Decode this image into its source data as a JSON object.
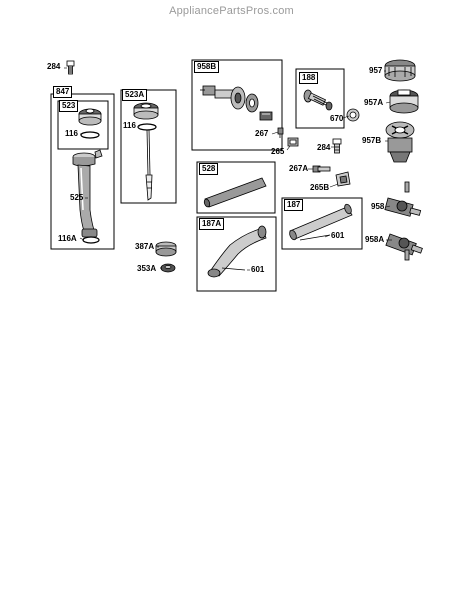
{
  "watermark": "AppliancePartsPros.com",
  "labels": {
    "p284a": "284",
    "p847": "847",
    "p523": "523",
    "p116a": "116",
    "p525": "525",
    "p116A": "116A",
    "p523A": "523A",
    "p116b": "116",
    "p958B": "958B",
    "p188": "188",
    "p957": "957",
    "p670": "670",
    "p957A": "957A",
    "p267": "267",
    "p265": "265",
    "p284b": "284",
    "p957B": "957B",
    "p267A": "267A",
    "p265B": "265B",
    "p528": "528",
    "p958": "958",
    "p187": "187",
    "p187A": "187A",
    "p601a": "601",
    "p601b": "601",
    "p958A": "958A",
    "p387A": "387A",
    "p353A": "353A"
  }
}
